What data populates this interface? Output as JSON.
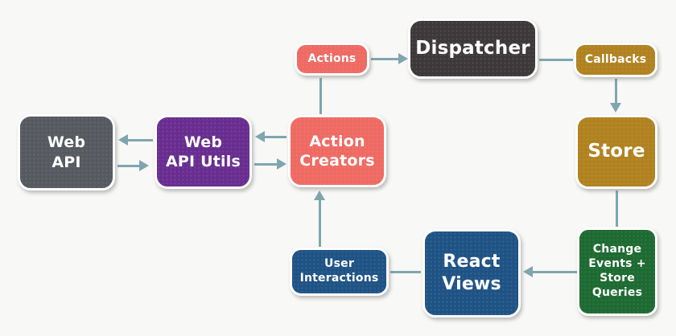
{
  "colors": {
    "background": "#f8f8f6",
    "connector": "#7fa6b0",
    "node_border": "#ffffff",
    "node_text": "#ffffff"
  },
  "diagram": {
    "nodes": {
      "actions": {
        "label": "Actions",
        "color": "#ee6a62"
      },
      "dispatcher": {
        "label": "Dispatcher",
        "color": "#3d393a"
      },
      "callbacks": {
        "label": "Callbacks",
        "color": "#b0821f"
      },
      "store": {
        "label": "Store",
        "color": "#b0821f"
      },
      "web_api": {
        "label": "Web\nAPI",
        "color": "#565960"
      },
      "web_api_utils": {
        "label": "Web\nAPI Utils",
        "color": "#682d8f"
      },
      "action_creators": {
        "label": "Action\nCreators",
        "color": "#ee6a62"
      },
      "change_events": {
        "label": "Change\nEvents +\nStore\nQueries",
        "color": "#1d6a32"
      },
      "user_interactions": {
        "label": "User\nInteractions",
        "color": "#1f5385"
      },
      "react_views": {
        "label": "React\nViews",
        "color": "#1f5385"
      }
    },
    "connectors": [
      {
        "from": "actions",
        "to": "dispatcher",
        "arrowhead": true
      },
      {
        "from": "dispatcher",
        "to": "callbacks",
        "arrowhead": false
      },
      {
        "from": "callbacks",
        "to": "store",
        "arrowhead": true
      },
      {
        "from": "store",
        "to": "change_events",
        "arrowhead": false
      },
      {
        "from": "change_events",
        "to": "react_views",
        "arrowhead": true
      },
      {
        "from": "react_views",
        "to": "user_interactions",
        "arrowhead": false
      },
      {
        "from": "user_interactions",
        "to": "action_creators",
        "arrowhead": true
      },
      {
        "from": "action_creators",
        "to": "actions",
        "arrowhead": false
      },
      {
        "from": "action_creators",
        "to": "web_api_utils",
        "arrowhead": true
      },
      {
        "from": "web_api_utils",
        "to": "action_creators",
        "arrowhead": true
      },
      {
        "from": "web_api_utils",
        "to": "web_api",
        "arrowhead": true
      },
      {
        "from": "web_api",
        "to": "web_api_utils",
        "arrowhead": true
      }
    ]
  }
}
